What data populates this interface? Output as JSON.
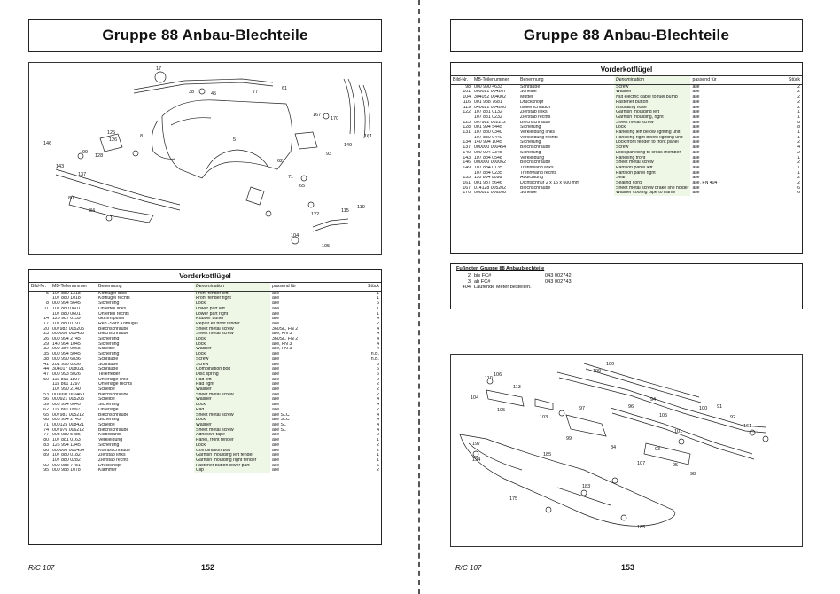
{
  "left_page": {
    "title": "Gruppe 88 Anbau-Blechteile",
    "section_title": "Vorderkotflügel",
    "columns": {
      "bild": "Bild-Nr.",
      "teil": "MB-Teilenummer",
      "benennung": "Benennung",
      "denomination": "Denomination",
      "passend": "passend für",
      "qty": "Stück"
    },
    "rows": [
      [
        "5",
        "107 880 1318",
        "Kotflügel links",
        "Front fender left",
        "alle",
        "1"
      ],
      [
        "",
        "107 880 1018",
        "Kotflügel rechts",
        "Front fender right",
        "alle",
        "1"
      ],
      [
        "8",
        "000 994 5645",
        "Sicherung",
        "Lock",
        "alle",
        "6"
      ],
      [
        "11",
        "107 880 0601",
        "Unterteil links",
        "Lower part left",
        "alle",
        "1"
      ],
      [
        "",
        "107 880 0601",
        "Unterteil rechts",
        "Lower part right",
        "alle",
        "1"
      ],
      [
        "14",
        "126 987 0139",
        "Gummipuffer",
        "Rubber buffer",
        "alle",
        "4"
      ],
      [
        "17",
        "107 880 0197",
        "Rep.-Satz Kotflügel",
        "Repair kit front fender",
        "alle",
        "2"
      ],
      [
        "20",
        "007982 005205",
        "Blechschraube",
        "Sheet metal screw",
        "360SL, FN 2",
        "4"
      ],
      [
        "23",
        "000000 000453",
        "Blechschraube",
        "Sheet metal screw",
        "alle, FN 3",
        "4"
      ],
      [
        "26",
        "000 994 2745",
        "Sicherung",
        "Lock",
        "360SL, FN 2",
        "4"
      ],
      [
        "29",
        "140 994 1045",
        "Sicherung",
        "Lock",
        "alle, FN 3",
        "4"
      ],
      [
        "32",
        "000 384 0065",
        "Scheibe",
        "Washer",
        "alle, FN 3",
        "4"
      ],
      [
        "35",
        "000 994 5045",
        "Sicherung",
        "Lock",
        "alle",
        "n.B."
      ],
      [
        "38",
        "000 990 6836",
        "Schraube",
        "Screw",
        "alle",
        "n.B."
      ],
      [
        "41",
        "201 990 0936",
        "Schraube",
        "Screw",
        "alle",
        "6"
      ],
      [
        "44",
        "304017 008021",
        "Schraube",
        "Combination bolt",
        "alle",
        "6"
      ],
      [
        "47",
        "000 993 5026",
        "Tellerfeder",
        "Disc spring",
        "alle",
        "6"
      ],
      [
        "50",
        "115 861 1197",
        "Unterlage links",
        "Pad left",
        "alle",
        "2"
      ],
      [
        "",
        "115 861 1297",
        "Unterlage rechts",
        "Pad right",
        "alle",
        "2"
      ],
      [
        "",
        "107 990 2140",
        "Scheibe",
        "Washer",
        "alle",
        "2"
      ],
      [
        "53",
        "000000 000460",
        "Blechschraube",
        "Sheet metal screw",
        "alle",
        "2"
      ],
      [
        "56",
        "000921 005205",
        "Scheibe",
        "Washer",
        "alle",
        "4"
      ],
      [
        "59",
        "000 994 0645",
        "Sicherung",
        "Lock",
        "alle",
        "4"
      ],
      [
        "62",
        "115 861 0997",
        "Unterlage",
        "Pad",
        "alle",
        "2"
      ],
      [
        "65",
        "007981 005212",
        "Blechschraube",
        "Sheet metal screw",
        "alle SLC",
        "4"
      ],
      [
        "68",
        "000 994 2745",
        "Sicherung",
        "Lock",
        "alle SLC",
        "4"
      ],
      [
        "71",
        "000125 008421",
        "Scheibe",
        "Washer",
        "alle SL",
        "4"
      ],
      [
        "74",
        "007976 006212",
        "Blechschraube",
        "Sheet metal screw",
        "alle SL",
        "4"
      ],
      [
        "77",
        "003 989 5485",
        "Klebeband",
        "Adhesive tape",
        "alle",
        "2"
      ],
      [
        "80",
        "107 881 0163",
        "Verkleidung",
        "Panel, front fender",
        "alle",
        "1"
      ],
      [
        "83",
        "126 994 1345",
        "Sicherung",
        "Lock",
        "alle",
        "2"
      ],
      [
        "86",
        "000000 001454",
        "Kombischraube",
        "Combination bolt",
        "alle",
        "2"
      ],
      [
        "89",
        "107 880 0182",
        "Zierstab links",
        "Garnish moulding left fender",
        "alle",
        "1"
      ],
      [
        "",
        "107 880 0282",
        "Zierstab rechts",
        "Garnish moulding right fender",
        "alle",
        "1"
      ],
      [
        "92",
        "000 988 7781",
        "Druckknopf",
        "Fastener button lower part",
        "alle",
        "6"
      ],
      [
        "95",
        "000 988 1078",
        "Klammer",
        "Clip",
        "alle",
        "2"
      ]
    ],
    "footer_doc": "R/C 107",
    "page_number": "152",
    "callouts": [
      "17",
      "38",
      "77",
      "45",
      "61",
      "167",
      "170",
      "149",
      "161",
      "5",
      "8",
      "125",
      "126",
      "99",
      "146",
      "143",
      "80",
      "137",
      "128",
      "84",
      "71",
      "65",
      "93",
      "122",
      "110",
      "115",
      "104",
      "105",
      "62"
    ]
  },
  "right_page": {
    "title": "Gruppe 88 Anbau-Blechteile",
    "section_title": "Vorderkotflügel",
    "columns": {
      "bild": "Bild-Nr.",
      "teil": "MB-Teilenummer",
      "benennung": "Benennung",
      "denomination": "Denomination",
      "passend": "passend für",
      "qty": "Stück"
    },
    "rows": [
      [
        "98",
        "000 990 4633",
        "Schraube",
        "Screw",
        "alle",
        "2"
      ],
      [
        "101",
        "009021 004207",
        "Scheibe",
        "Washer",
        "alle",
        "2"
      ],
      [
        "104",
        "304052 004002",
        "Mutter",
        "Nut electric cable to fuel pump",
        "alle",
        "2"
      ],
      [
        "116",
        "001 988 7681",
        "Druckknopf",
        "Fastener button",
        "alle",
        "2"
      ],
      [
        "119",
        "040621 004200",
        "Isolierschlauch",
        "Insulating hose",
        "alle",
        "2"
      ],
      [
        "122",
        "107 881 0132",
        "Zierstab links",
        "Garnish moulding left",
        "alle",
        "1"
      ],
      [
        "",
        "107 881 0232",
        "Zierstab rechts",
        "Garnish moulding, right",
        "alle",
        "1"
      ],
      [
        "125",
        "007982 002212",
        "Blechschraube",
        "Sheet metal screw",
        "alle",
        "8"
      ],
      [
        "128",
        "001 994 5445",
        "Sicherung",
        "Lock",
        "alle",
        "8"
      ],
      [
        "131",
        "107 880 0340",
        "Verkleidung links",
        "Panelling left below lighting unit",
        "alle",
        "1"
      ],
      [
        "",
        "107 880 0440",
        "Verkleidung rechts",
        "Panelling right below lighting unit",
        "alle",
        "1"
      ],
      [
        "134",
        "140 994 1045",
        "Sicherung",
        "Lock front fender to front panel",
        "alle",
        "2"
      ],
      [
        "137",
        "000000 000454",
        "Blechschraube",
        "Screw",
        "alle",
        "4"
      ],
      [
        "140",
        "000 994 2345",
        "Sicherung",
        "Lock panelling to cross member",
        "alle",
        "2"
      ],
      [
        "143",
        "107 884 0548",
        "Verkleidung",
        "Panelling front",
        "alle",
        "1"
      ],
      [
        "146",
        "000000 000062",
        "Blechschraube",
        "Sheet metal screw",
        "alle",
        "2"
      ],
      [
        "149",
        "107 884 0135",
        "Trennwand links",
        "Partition panel left",
        "alle",
        "1"
      ],
      [
        "",
        "107 884 0235",
        "Trennwand rechts",
        "Partition panel right",
        "alle",
        "1"
      ],
      [
        "155",
        "110 884 0098",
        "Abdichtung",
        "Seal",
        "alle",
        "2"
      ],
      [
        "161",
        "001 987 5646",
        "Dichtschnur 2 x 15 x 600 mm",
        "Sealing cord",
        "alle, FN 404",
        "2"
      ],
      [
        "167",
        "014128 005202",
        "Blechschraube",
        "Sheet metal screw brake line holder",
        "alle",
        "6"
      ],
      [
        "170",
        "000021 006208",
        "Scheibe",
        "Washer cooling pipe to frame",
        "alle",
        "6"
      ]
    ],
    "footnotes": {
      "heading": "Fußnoten Gruppe 88 Anbaublechteile",
      "rows": [
        [
          "2",
          "bis FC#",
          "043 002742"
        ],
        [
          "3",
          "ab FC#",
          "043 002743"
        ],
        [
          "404",
          "Laufende Meter bestellen.",
          ""
        ]
      ]
    },
    "footer_doc": "R/C 107",
    "page_number": "153",
    "callouts": [
      "110",
      "113",
      "106",
      "104",
      "105",
      "103",
      "100",
      "109",
      "105",
      "92",
      "91",
      "94",
      "96",
      "97",
      "99",
      "100",
      "101",
      "161",
      "84",
      "107",
      "93",
      "95",
      "98",
      "185",
      "194",
      "175",
      "183",
      "197",
      "185"
    ]
  }
}
